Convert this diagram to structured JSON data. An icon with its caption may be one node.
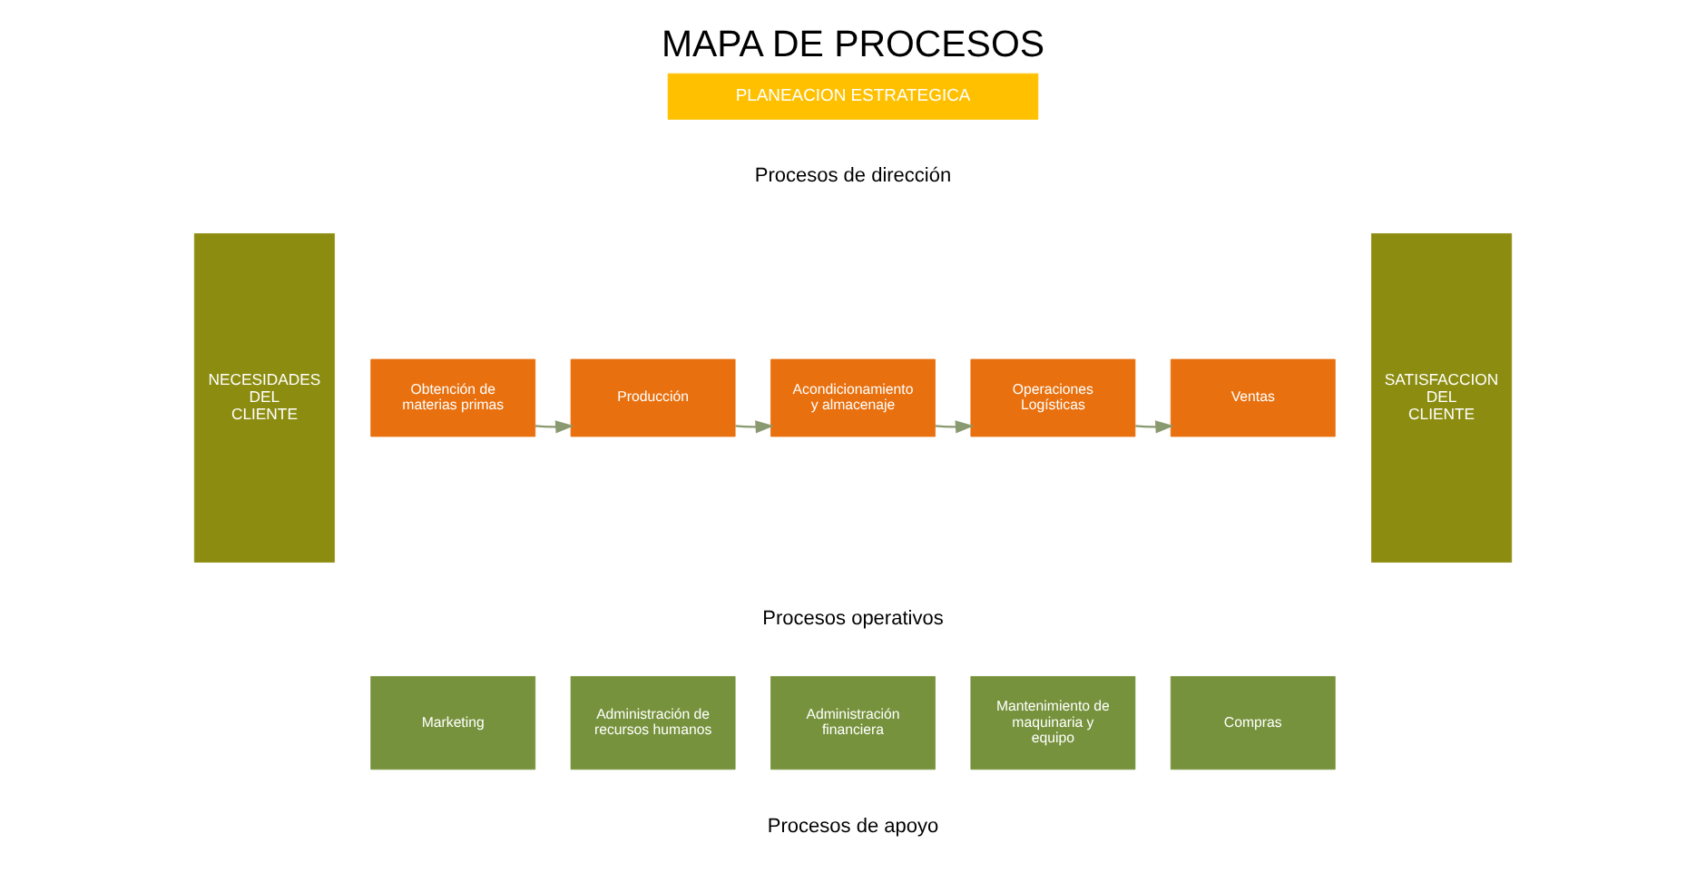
{
  "diagram": {
    "title": "MAPA DE PROCESOS",
    "nodes": [
      {
        "text": [
          "NECESIDADES DEL CLIENTE"
        ]
      },
      {
        "text": [
          "PLANEACION ESTRATEGICA"
        ]
      },
      {
        "text": [
          "Obtención de materias primas"
        ]
      },
      {
        "text": [
          "Producción"
        ]
      },
      {
        "text": [
          "Acondicionamiento y almacenaje"
        ]
      },
      {
        "text": [
          "Operaciones Logísticas"
        ]
      },
      {
        "text": [
          "Ventas"
        ]
      },
      {
        "text": [
          "Marketing"
        ]
      },
      {
        "text": [
          "Administración de recursos humanos"
        ]
      },
      {
        "text": [
          "Administración financiera"
        ]
      },
      {
        "text": [
          "Mantenimiento de maquinaria y equipo"
        ]
      },
      {
        "text": [
          "Compras"
        ]
      },
      {
        "text": [
          "SATISFACCION DEL CLIENTE"
        ]
      }
    ],
    "edges": [
      {
        "from": 2,
        "to": 3,
        "arrow": "to"
      },
      {
        "from": 3,
        "to": 4,
        "arrow": "to"
      },
      {
        "from": 4,
        "to": 5,
        "arrow": "to"
      },
      {
        "from": 5,
        "to": 6,
        "arrow": "to"
      }
    ],
    "labels": [
      "Procesos de dirección",
      "Procesos operativos",
      "Procesos de apoyo"
    ]
  }
}
